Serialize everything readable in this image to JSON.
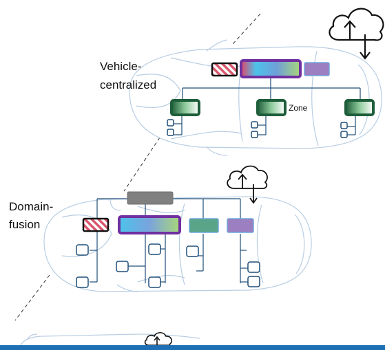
{
  "labels": {
    "vehicle_centralized_line1": "Vehicle-",
    "vehicle_centralized_line2": "centralized",
    "zone": "Zone",
    "domain_fusion_line1": "Domain-",
    "domain_fusion_line2": "fusion"
  },
  "colors": {
    "bus_line": "#1f4e79",
    "node_border": "#1f4e79",
    "purple": "#7030a0",
    "lavender": "#9b7fc0",
    "zone_dark": "#1e5e3a",
    "teal": "#5aa58a",
    "gray": "#808080",
    "hatch_red": "#d9566b",
    "car_outline": "#b8cde3",
    "accent_bar": "#1f6fb5"
  },
  "icons": [
    "cloud-upload-icon",
    "cloud-upload-icon",
    "cloud-upload-icon"
  ]
}
